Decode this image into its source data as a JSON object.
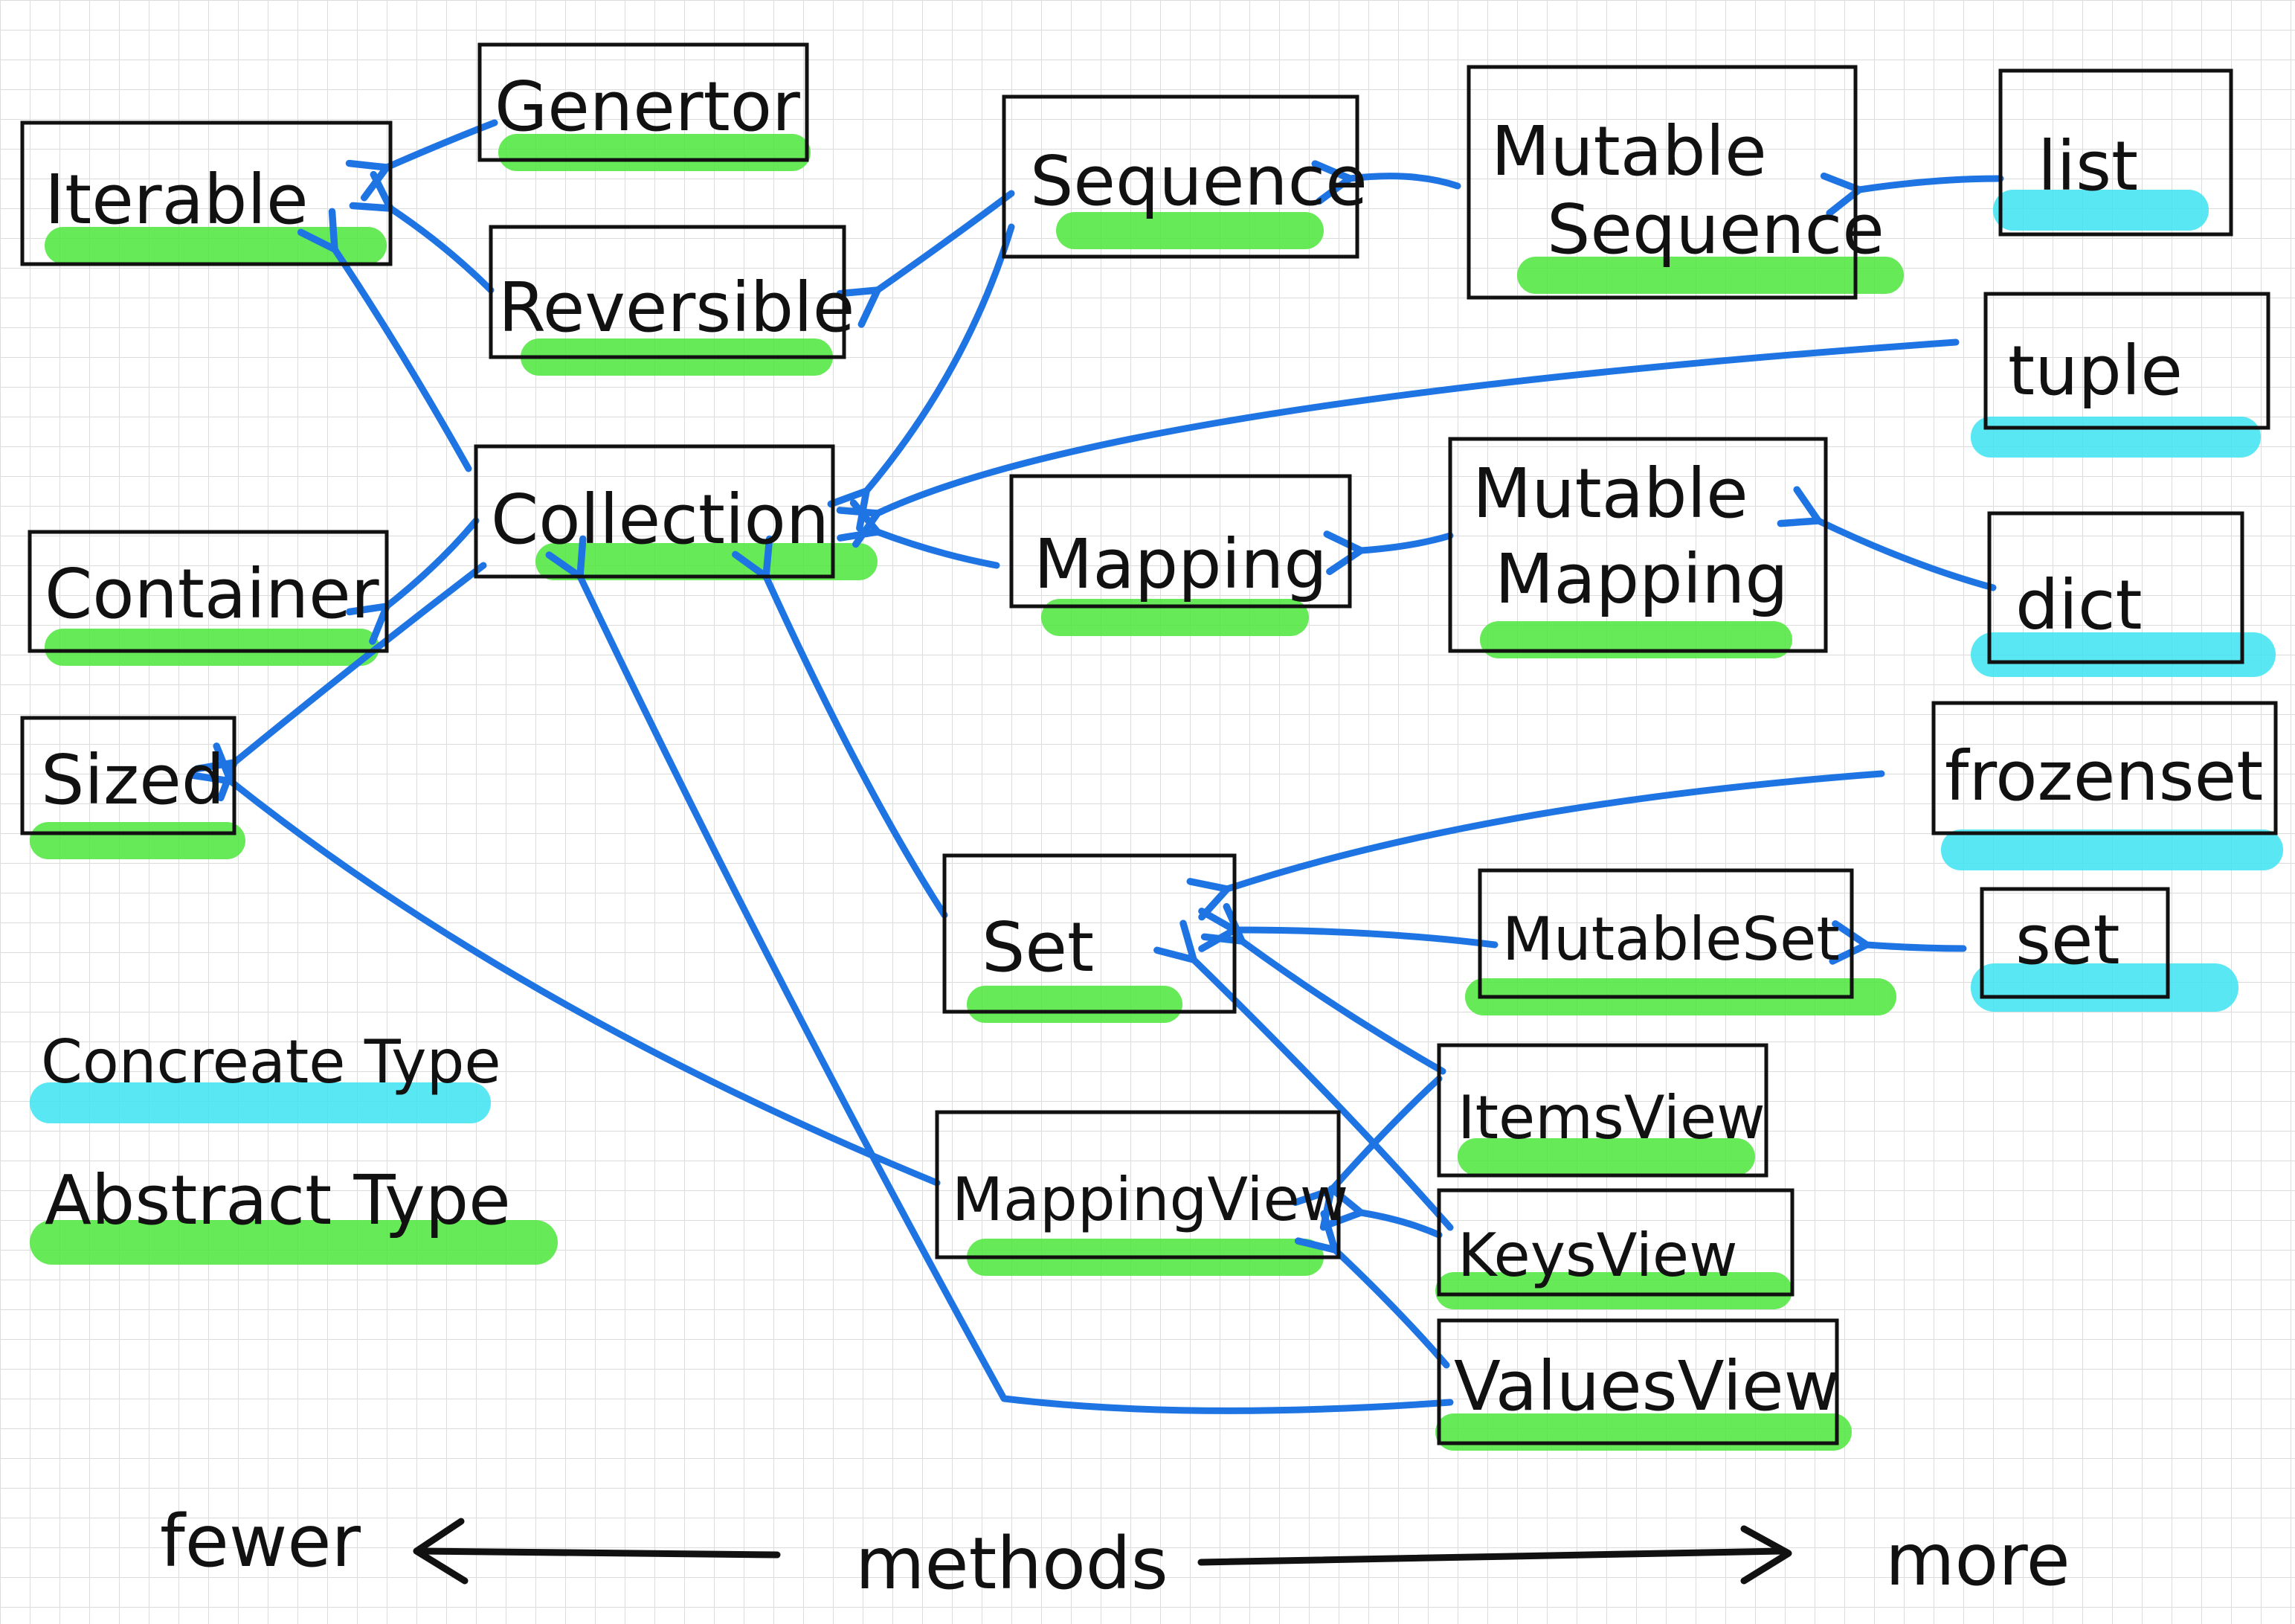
{
  "colors": {
    "abstract_highlight": "#4ce63a",
    "concrete_highlight": "#3de3f2",
    "arrow": "#1e74e3",
    "ink": "#111111",
    "grid": "#dcdcdc"
  },
  "nodes": {
    "iterable": "Iterable",
    "generator": "Genertor",
    "reversible": "Reversible",
    "sequence": "Sequence",
    "mutable_sequence": [
      "Mutable",
      "Sequence"
    ],
    "list": "list",
    "tuple": "tuple",
    "collection": "Collection",
    "container": "Container",
    "mapping": "Mapping",
    "mutable_mapping": [
      "Mutable",
      "Mapping"
    ],
    "dict": "dict",
    "sized": "Sized",
    "frozenset": "frozenset",
    "set_abc": "Set",
    "mutable_set": "MutableSet",
    "set": "set",
    "items_view": "ItemsView",
    "mapping_view": "MappingView",
    "keys_view": "KeysView",
    "values_view": "ValuesView"
  },
  "legend": {
    "concrete": "Concreate Type",
    "abstract": "Abstract Type"
  },
  "axis": {
    "fewer": "fewer",
    "methods": "methods",
    "more": "more"
  }
}
